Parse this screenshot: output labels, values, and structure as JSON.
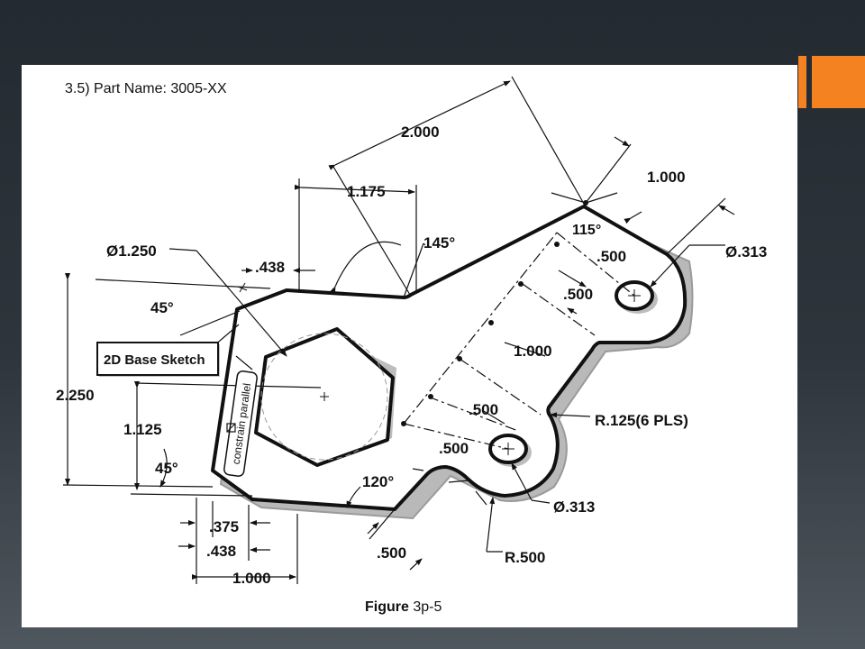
{
  "colors": {
    "accent": "#f58220",
    "background": "#2b3238",
    "panel": "#ffffff"
  },
  "title": "3.5) Part Name: 3005-XX",
  "caption": {
    "bold": "Figure",
    "rest": " 3p-5"
  },
  "dims": {
    "d2000": "2.000",
    "d1000_top": "1.000",
    "d1175": "1.175",
    "dia1250": "Ø1.250",
    "a145": "145°",
    "a115": "115°",
    "dia313_top": "Ø.313",
    "d438_top": ".438",
    "a45_top": "45°",
    "d500_a": ".500",
    "d500_b": ".500",
    "d1000_mid": "1.000",
    "d2250": "2.250",
    "d500_c": ".500",
    "r125": "R.125(6 PLS)",
    "d1125": "1.125",
    "d500_d": ".500",
    "a45_bot": "45°",
    "a120": "120°",
    "dia313_bot": "Ø.313",
    "d375": ".375",
    "d438_bot": ".438",
    "d500_bot": ".500",
    "r500": "R.500",
    "d1000_bot": "1.000"
  },
  "callouts": {
    "base_sketch": "2D Base Sketch",
    "constrain": "constrain parallel"
  }
}
